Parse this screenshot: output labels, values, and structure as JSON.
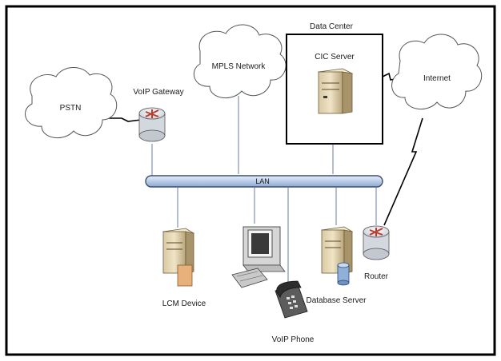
{
  "diagram": {
    "nodes": {
      "pstn": "PSTN",
      "voip_gateway": "VoIP Gateway",
      "mpls_network": "MPLS Network",
      "data_center": "Data Center",
      "cic_server": "CIC Server",
      "internet": "Internet",
      "lan": "LAN",
      "lcm_device": "LCM Device",
      "voip_phone": "VoIP Phone",
      "database_server": "Database Server",
      "router": "Router"
    },
    "icons": {
      "cloud": "cloud-icon",
      "router": "router-icon",
      "server": "server-icon",
      "workstation": "desktop-computer-icon",
      "phone": "telephone-icon",
      "database": "database-icon"
    }
  }
}
